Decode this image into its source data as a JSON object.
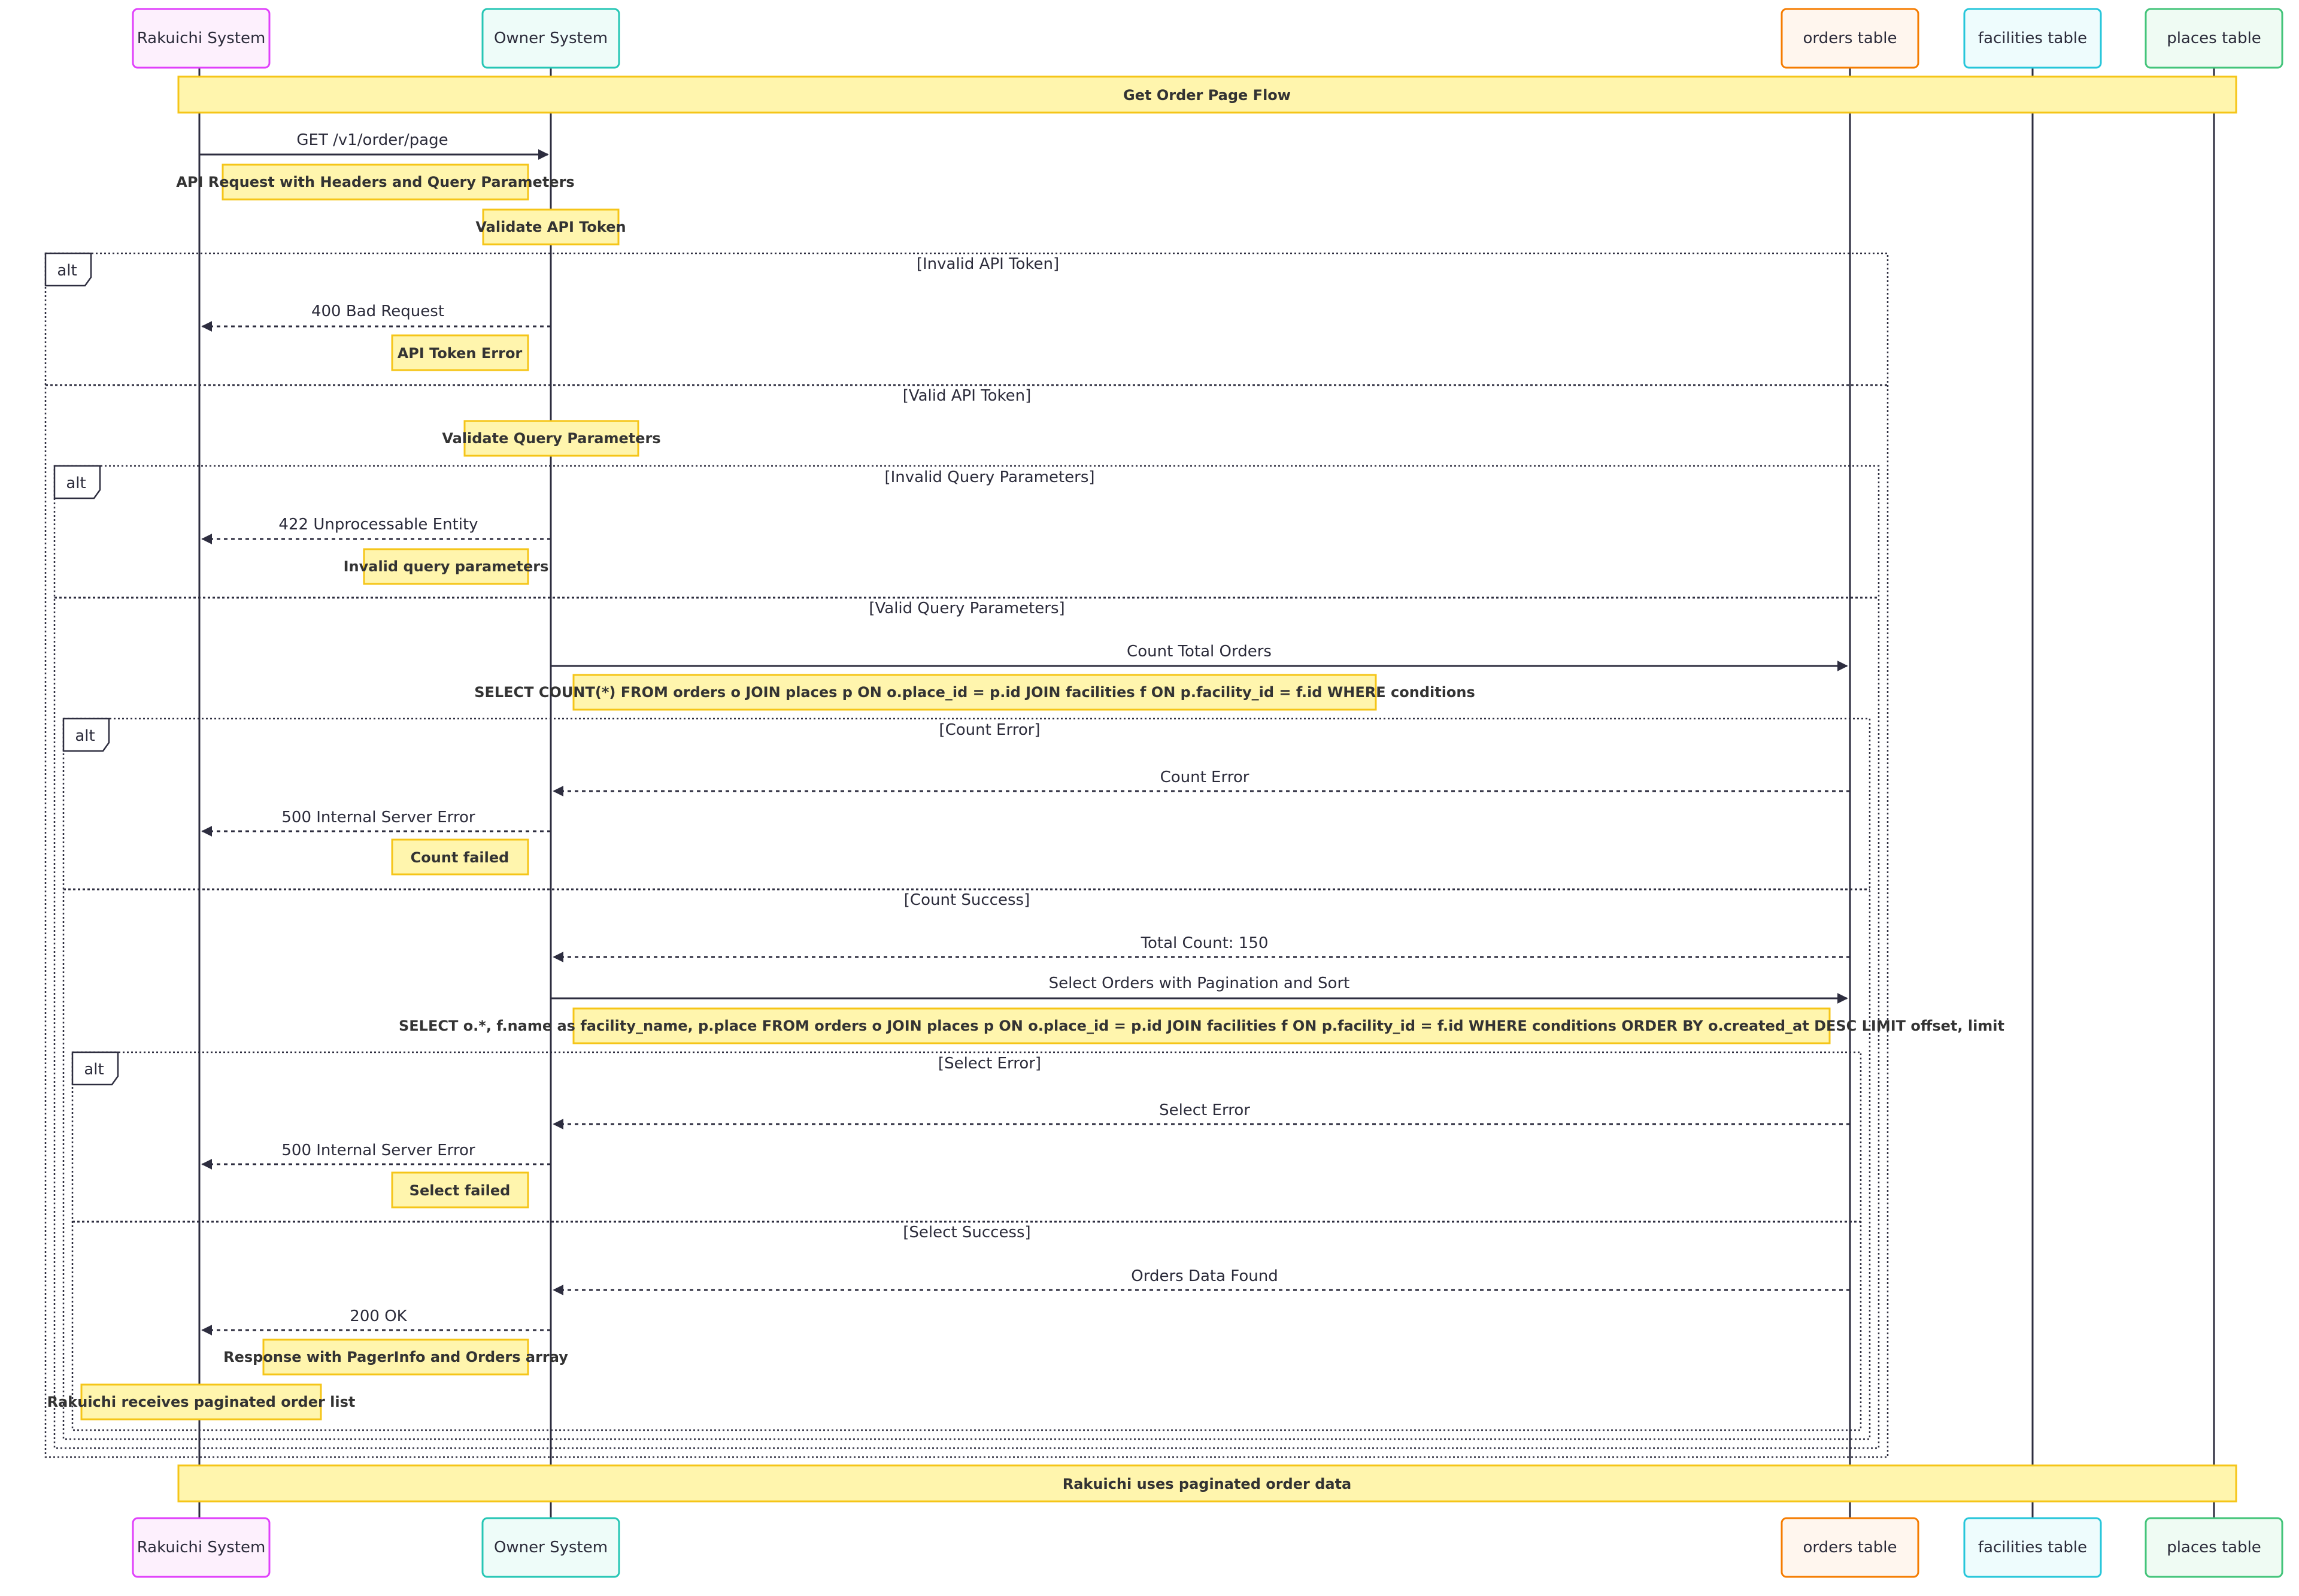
{
  "actors": [
    {
      "id": "rakuichi",
      "label": "Rakuichi System",
      "color": "#e040fb",
      "fill": "#fdf0fd"
    },
    {
      "id": "owner",
      "label": "Owner System",
      "color": "#26c6b5",
      "fill": "#eefcf9"
    },
    {
      "id": "orders",
      "label": "orders table",
      "color": "#f57c00",
      "fill": "#fff6ee"
    },
    {
      "id": "facilities",
      "label": "facilities table",
      "color": "#26c6da",
      "fill": "#eefcfd"
    },
    {
      "id": "places",
      "label": "places table",
      "color": "#43c47a",
      "fill": "#effbf3"
    }
  ],
  "notes": {
    "flow_title": "Get Order Page Flow",
    "api_request": "API Request with Headers and Query Parameters",
    "validate_token": "Validate API Token",
    "token_error": "API Token Error",
    "validate_query": "Validate Query Parameters",
    "invalid_query": "Invalid query parameters",
    "count_sql": "SELECT COUNT(*) FROM orders o JOIN places p ON o.place_id = p.id JOIN facilities f ON p.facility_id = f.id WHERE conditions",
    "count_failed": "Count failed",
    "select_sql": "SELECT o.*, f.name as facility_name, p.place FROM orders o JOIN places p ON o.place_id = p.id JOIN facilities f ON p.facility_id = f.id WHERE conditions ORDER BY o.created_at DESC LIMIT offset, limit",
    "select_failed": "Select failed",
    "response": "Response with PagerInfo and Orders array",
    "rakuichi_receives": "Rakuichi receives paginated order list",
    "final": "Rakuichi uses paginated order data"
  },
  "messages": {
    "get_request": "GET /v1/order/page",
    "bad_request": "400 Bad Request",
    "unprocessable": "422 Unprocessable Entity",
    "count_total": "Count Total Orders",
    "count_error": "Count Error",
    "server_error_1": "500 Internal Server Error",
    "total_count": "Total Count: 150",
    "select_orders": "Select Orders with Pagination and Sort",
    "select_error": "Select Error",
    "server_error_2": "500 Internal Server Error",
    "orders_found": "Orders Data Found",
    "ok": "200 OK"
  },
  "frames": {
    "alt_label": "alt",
    "invalid_token": "[Invalid API Token]",
    "valid_token": "[Valid API Token]",
    "invalid_query": "[Invalid Query Parameters]",
    "valid_query": "[Valid Query Parameters]",
    "count_error": "[Count Error]",
    "count_success": "[Count Success]",
    "select_error": "[Select Error]",
    "select_success": "[Select Success]"
  }
}
